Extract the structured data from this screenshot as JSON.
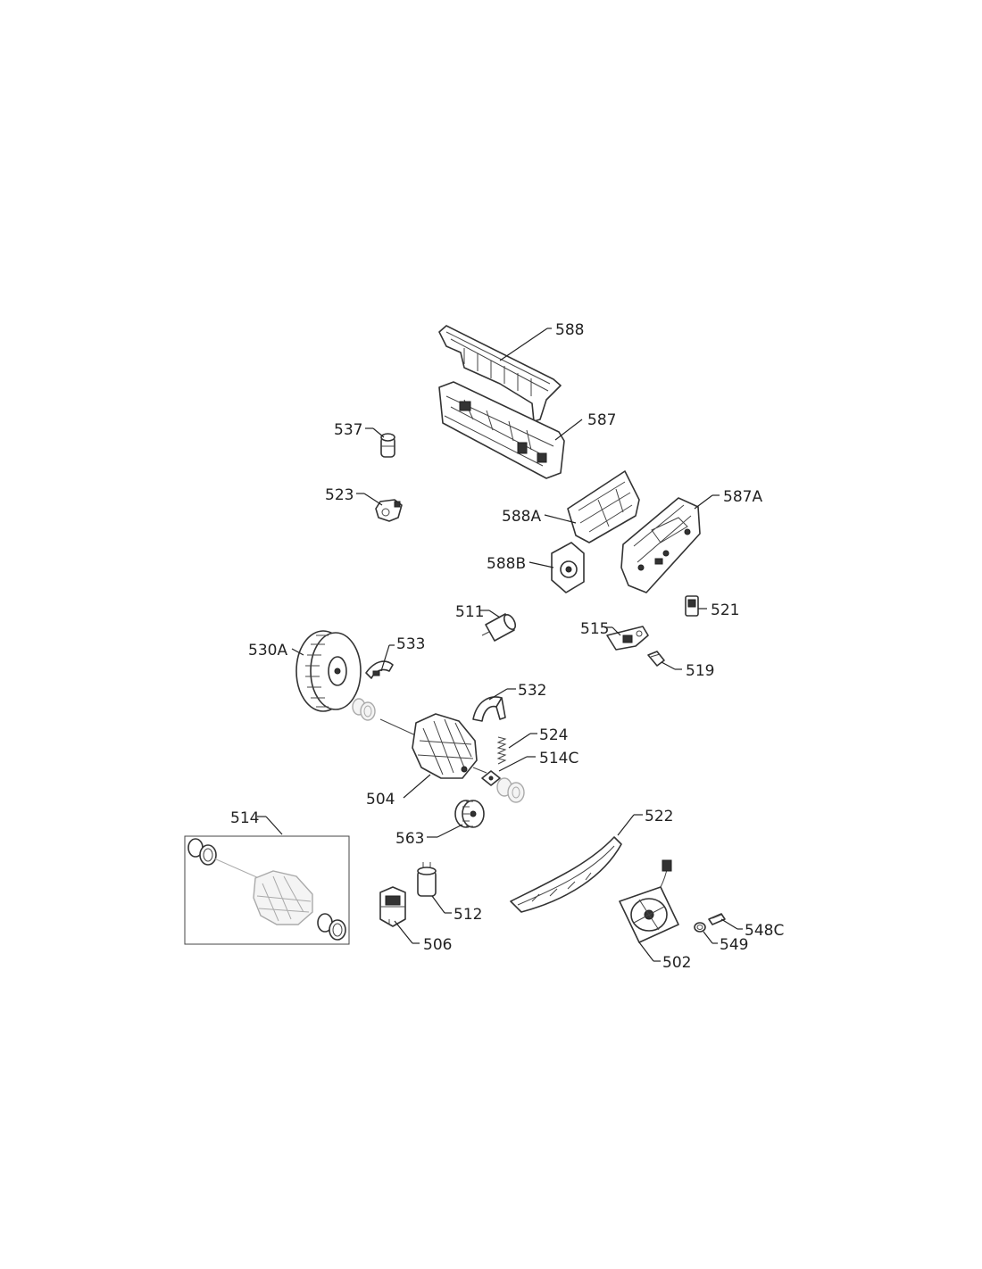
{
  "labels": {
    "p588": "588",
    "p587": "587",
    "p537": "537",
    "p523": "523",
    "p588A": "588A",
    "p587A": "587A",
    "p588B": "588B",
    "p511": "511",
    "p521": "521",
    "p515": "515",
    "p530A": "530A",
    "p533": "533",
    "p519": "519",
    "p532": "532",
    "p524": "524",
    "p514C": "514C",
    "p504": "504",
    "p514": "514",
    "p522": "522",
    "p563": "563",
    "p512": "512",
    "p548C": "548C",
    "p549": "549",
    "p506": "506",
    "p502": "502"
  }
}
